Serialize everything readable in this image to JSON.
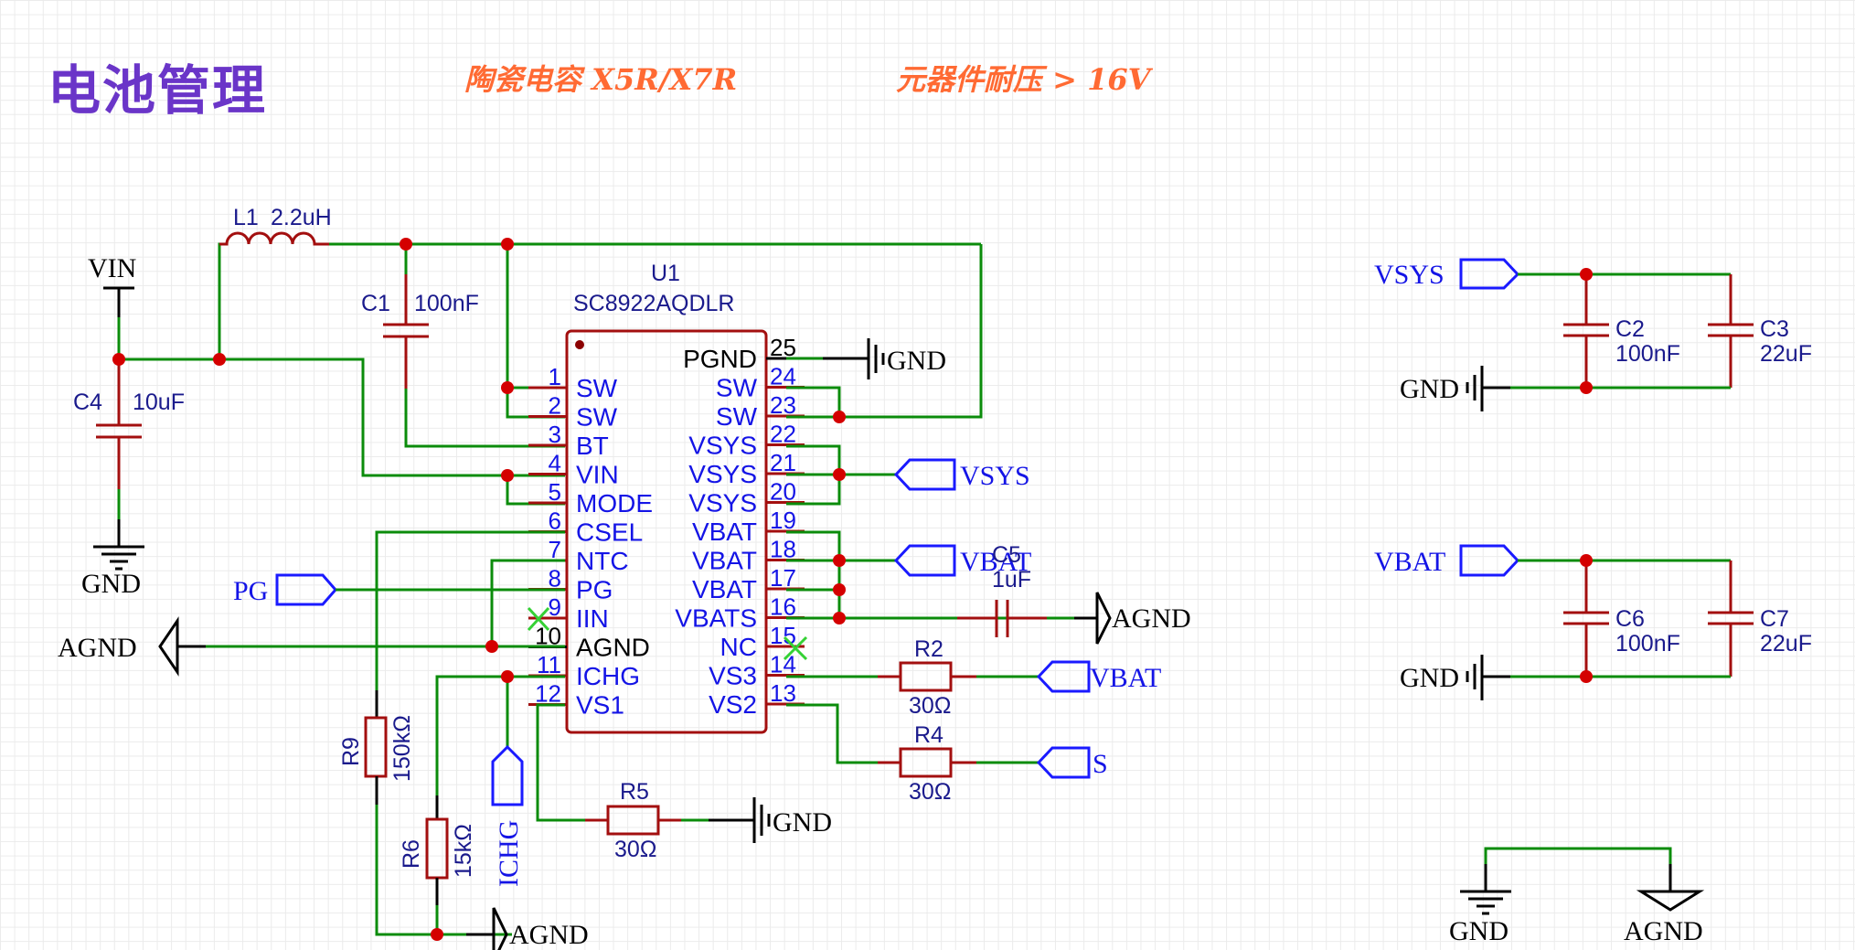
{
  "header": {
    "title": "电池管理",
    "note_capacitor": "陶瓷电容 X5R/X7R",
    "note_voltage": "元器件耐压 > 16V"
  },
  "colors": {
    "title": "#6a35c8",
    "note": "#ff6a33",
    "wire": "#0b8c0b",
    "part": "#a30f0f",
    "netflag": "#1414e6",
    "junction": "#d40000"
  },
  "power": {
    "vin": "VIN",
    "gnd": "GND",
    "agnd": "AGND"
  },
  "components": {
    "L1": {
      "ref": "L1",
      "value": "2.2uH"
    },
    "C1": {
      "ref": "C1",
      "value": "100nF"
    },
    "C2": {
      "ref": "C2",
      "value": "100nF"
    },
    "C3": {
      "ref": "C3",
      "value": "22uF"
    },
    "C4": {
      "ref": "C4",
      "value": "10uF"
    },
    "C5": {
      "ref": "C5",
      "value": "1uF"
    },
    "C6": {
      "ref": "C6",
      "value": "100nF"
    },
    "C7": {
      "ref": "C7",
      "value": "22uF"
    },
    "R2": {
      "ref": "R2",
      "value": "30Ω"
    },
    "R4": {
      "ref": "R4",
      "value": "30Ω"
    },
    "R5": {
      "ref": "R5",
      "value": "30Ω"
    },
    "R6": {
      "ref": "R6",
      "value": "15kΩ"
    },
    "R9": {
      "ref": "R9",
      "value": "150kΩ"
    }
  },
  "ic": {
    "ref": "U1",
    "part": "SC8922AQDLR",
    "left_pins": [
      {
        "num": "1",
        "name": "SW"
      },
      {
        "num": "2",
        "name": "SW"
      },
      {
        "num": "3",
        "name": "BT"
      },
      {
        "num": "4",
        "name": "VIN"
      },
      {
        "num": "5",
        "name": "MODE"
      },
      {
        "num": "6",
        "name": "CSEL"
      },
      {
        "num": "7",
        "name": "NTC"
      },
      {
        "num": "8",
        "name": "PG"
      },
      {
        "num": "9",
        "name": "IIN"
      },
      {
        "num": "10",
        "name": "AGND"
      },
      {
        "num": "11",
        "name": "ICHG"
      },
      {
        "num": "12",
        "name": "VS1"
      }
    ],
    "right_pins": [
      {
        "num": "25",
        "name": "PGND"
      },
      {
        "num": "24",
        "name": "SW"
      },
      {
        "num": "23",
        "name": "SW"
      },
      {
        "num": "22",
        "name": "VSYS"
      },
      {
        "num": "21",
        "name": "VSYS"
      },
      {
        "num": "20",
        "name": "VSYS"
      },
      {
        "num": "19",
        "name": "VBAT"
      },
      {
        "num": "18",
        "name": "VBAT"
      },
      {
        "num": "17",
        "name": "VBAT"
      },
      {
        "num": "16",
        "name": "VBATS"
      },
      {
        "num": "15",
        "name": "NC"
      },
      {
        "num": "14",
        "name": "VS3"
      },
      {
        "num": "13",
        "name": "VS2"
      }
    ]
  },
  "netflags": {
    "pg": "PG",
    "vsys": "VSYS",
    "vbat": "VBAT",
    "vbat2": "VBAT",
    "s": "S",
    "ichg": "ICHG",
    "vsys_r": "VSYS",
    "vbat_r": "VBAT"
  }
}
